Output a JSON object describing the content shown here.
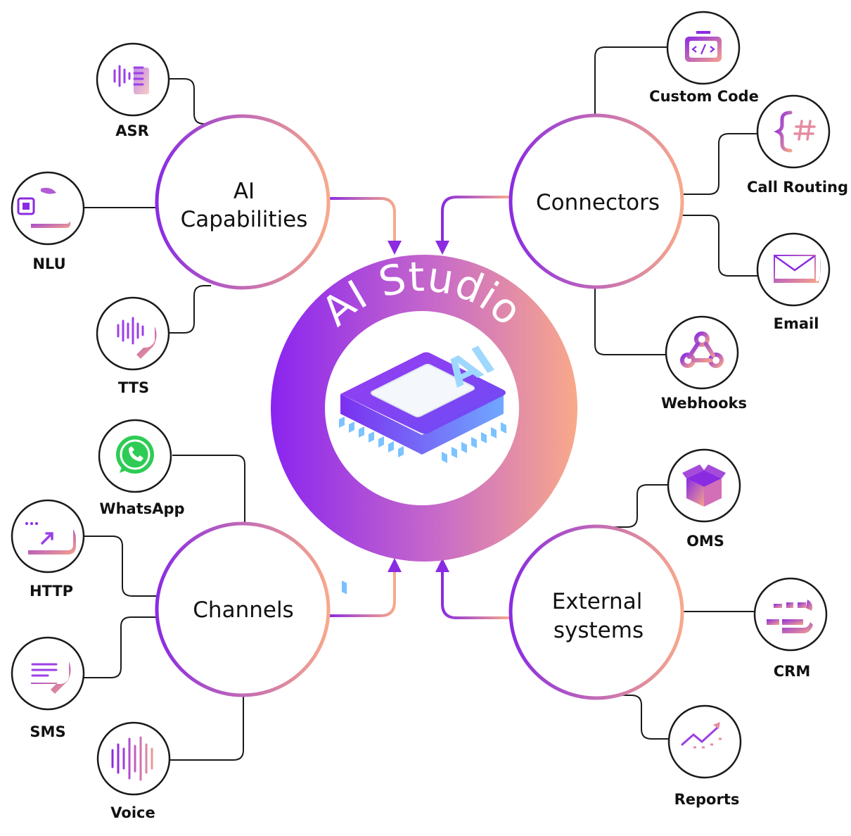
{
  "center": {
    "title": "AI Studio",
    "chip_label": "AI"
  },
  "hubs": {
    "ai_capabilities": {
      "line1": "AI",
      "line2": "Capabilities"
    },
    "connectors": {
      "line1": "Connectors"
    },
    "channels": {
      "line1": "Channels"
    },
    "external_systems": {
      "line1": "External",
      "line2": "systems"
    }
  },
  "nodes": {
    "asr": {
      "label": "ASR",
      "icon": "audio-text-icon"
    },
    "nlu": {
      "label": "NLU",
      "icon": "chip-chat-icon"
    },
    "tts": {
      "label": "TTS",
      "icon": "speech-wave-icon"
    },
    "whatsapp": {
      "label": "WhatsApp",
      "icon": "whatsapp-icon"
    },
    "http": {
      "label": "HTTP",
      "icon": "browser-link-icon"
    },
    "sms": {
      "label": "SMS",
      "icon": "message-icon"
    },
    "voice": {
      "label": "Voice",
      "icon": "voice-wave-icon"
    },
    "custom_code": {
      "label": "Custom Code",
      "icon": "code-briefcase-icon"
    },
    "call_routing": {
      "label": "Call Routing",
      "icon": "braces-hash-icon"
    },
    "email": {
      "label": "Email",
      "icon": "envelope-icon"
    },
    "webhooks": {
      "label": "Webhooks",
      "icon": "webhook-icon"
    },
    "oms": {
      "label": "OMS",
      "icon": "box-icon"
    },
    "crm": {
      "label": "CRM",
      "icon": "database-icon"
    },
    "reports": {
      "label": "Reports",
      "icon": "growth-chart-icon"
    }
  },
  "colors": {
    "purple": "#8a2be2",
    "peach": "#f8a98a",
    "line": "#1a1a1a"
  }
}
